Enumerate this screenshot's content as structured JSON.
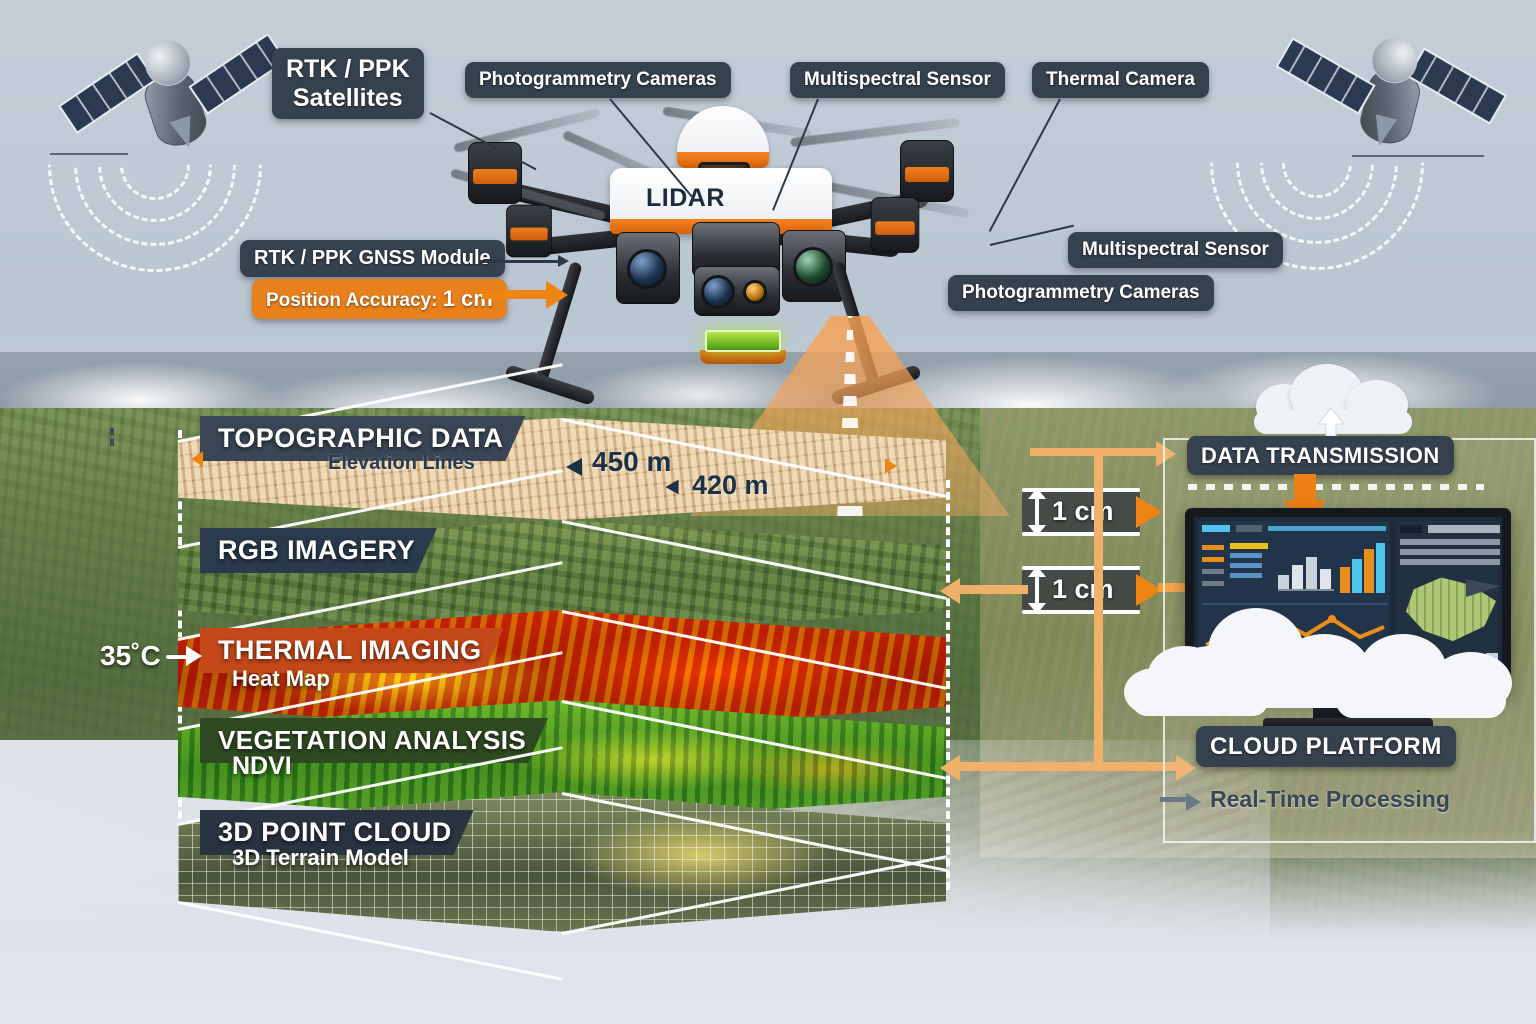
{
  "theme": {
    "chip_bg": "#36414e",
    "accent_orange": "#ee8413",
    "layer_topo": "#3a4654",
    "layer_rgb": "#2b3a4d",
    "layer_thermal": "#c4481a",
    "layer_vegetation": "#2f4a22",
    "layer_pointcloud": "#2a3340",
    "dim_text": "#1d3146"
  },
  "callouts": {
    "satellites": "RTK / PPK\nSatellites",
    "satellites_line1": "RTK / PPK",
    "satellites_line2": "Satellites",
    "photogrammetry_top": "Photogrammetry Cameras",
    "multispectral_top": "Multispectral Sensor",
    "thermal_top": "Thermal Camera",
    "gnss_module": "RTK / PPK GNSS Module",
    "position_accuracy": "Position Accuracy: 1 cm",
    "position_accuracy_prefix": "Position Accuracy:",
    "position_accuracy_value": "1 cm",
    "multispectral_right": "Multispectral Sensor",
    "photogrammetry_right": "Photogrammetry Cameras"
  },
  "drone": {
    "body_label": "LIDAR"
  },
  "layers": [
    {
      "id": "topographic",
      "title": "TOPOGRAPHIC DATA",
      "subtitle": "Elevation Lines",
      "color": "#3a4654"
    },
    {
      "id": "rgb",
      "title": "RGB IMAGERY",
      "subtitle": "",
      "color": "#2b3a4d"
    },
    {
      "id": "thermal",
      "title": "THERMAL IMAGING",
      "subtitle": "Heat Map",
      "color": "#c4481a"
    },
    {
      "id": "vegetation",
      "title": "VEGETATION ANALYSIS",
      "subtitle": "NDVI",
      "color": "#2f4a22"
    },
    {
      "id": "pointcloud",
      "title": "3D POINT CLOUD",
      "subtitle": "3D Terrain Model",
      "color": "#2a3340"
    }
  ],
  "annotations": {
    "elevation_450": "450 m",
    "elevation_420": "420 m",
    "temperature": "35˚C",
    "accuracy_1": "1 cm",
    "accuracy_2": "1 cm"
  },
  "right_panel": {
    "data_transmission": "DATA TRANSMISSION",
    "cloud_platform": "CLOUD PLATFORM",
    "real_time_processing": "Real-Time Processing"
  },
  "icons": {
    "satellite_left": "satellite-icon",
    "satellite_right": "satellite-icon",
    "cloud_upload": "cloud-upload-icon",
    "monitor": "monitor-icon",
    "lidar_emitter": "lidar-emitter-icon"
  }
}
